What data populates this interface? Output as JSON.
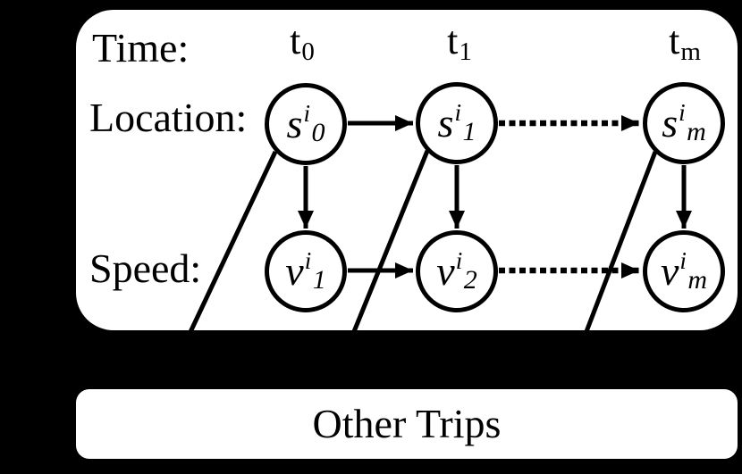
{
  "diagram": {
    "trip_plate": {
      "row_labels": {
        "time": "Time:",
        "location": "Location:",
        "speed": "Speed:"
      },
      "time_ticks": [
        {
          "base": "t",
          "sub": "0"
        },
        {
          "base": "t",
          "sub": "1"
        },
        {
          "base": "t",
          "sub": "m"
        }
      ],
      "location_nodes": [
        {
          "base": "s",
          "sup": "i",
          "sub": "0"
        },
        {
          "base": "s",
          "sup": "i",
          "sub": "1"
        },
        {
          "base": "s",
          "sup": "i",
          "sub": "m"
        }
      ],
      "speed_nodes": [
        {
          "base": "v",
          "sup": "i",
          "sub": "1"
        },
        {
          "base": "v",
          "sup": "i",
          "sub": "2"
        },
        {
          "base": "v",
          "sup": "i",
          "sub": "m"
        }
      ]
    },
    "other_trips_label": "Other Trips",
    "colors": {
      "background": "#000000",
      "plate_fill": "#ffffff",
      "ink": "#000000"
    }
  }
}
